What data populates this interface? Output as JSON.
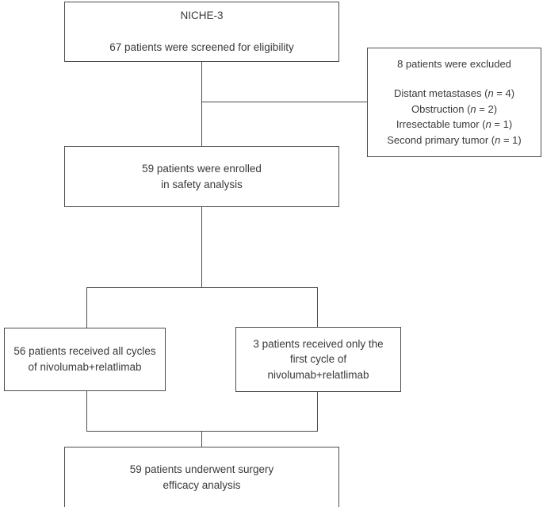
{
  "diagram": {
    "type": "consort-flow-diagram",
    "colors": {
      "line": "#4d4d4d",
      "text": "#3a3a3a",
      "background": "#ffffff"
    }
  },
  "screening": {
    "title": "NICHE-3",
    "text": "67 patients were screened for eligibility"
  },
  "excluded": {
    "heading": "8 patients were excluded",
    "reasons": [
      {
        "label": "Distant metastases",
        "n_prefix": "(",
        "n_symbol": "n",
        "n_value": " = 4)"
      },
      {
        "label": "Obstruction",
        "n_prefix": "(",
        "n_symbol": "n",
        "n_value": " = 2)"
      },
      {
        "label": "Irresectable tumor",
        "n_prefix": "(",
        "n_symbol": "n",
        "n_value": " = 1)"
      },
      {
        "label": "Second primary tumor",
        "n_prefix": "(",
        "n_symbol": "n",
        "n_value": " = 1)"
      }
    ]
  },
  "enrolled": {
    "line1": "59 patients were enrolled",
    "line2": "in safety analysis"
  },
  "all_cycles": {
    "line1": "56 patients received all cycles",
    "line2": "of nivolumab+relatlimab"
  },
  "first_cycle": {
    "line1": "3 patients received only the",
    "line2": "first cycle of",
    "line3": "nivolumab+relatlimab"
  },
  "surgery": {
    "line1": "59 patients underwent surgery",
    "line2": "efficacy analysis"
  }
}
